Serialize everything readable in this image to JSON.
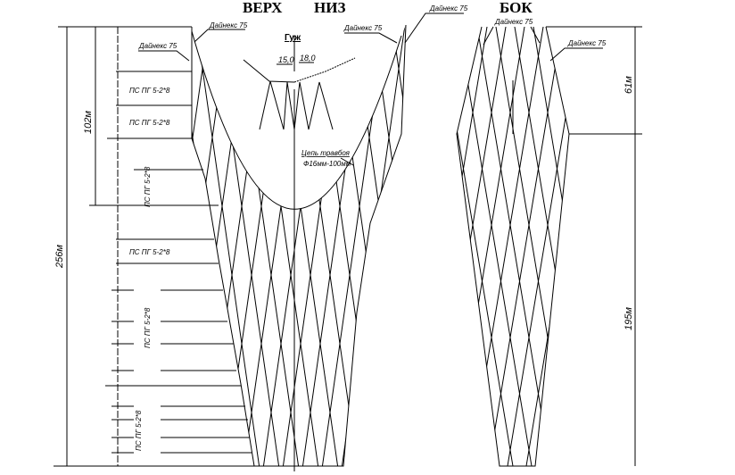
{
  "titles": {
    "top": "ВЕРХ",
    "bottom": "НИЗ",
    "side": "БОК"
  },
  "labels": {
    "dyneex": "Дайнекс 75",
    "section": "ПС ПГ 5-2*8",
    "groundrope": "Гуж",
    "gr_left": "15,0",
    "gr_right": "18,0",
    "chain_1": "Цепь травбоя",
    "chain_2": "Ф16мм-100мм"
  },
  "dimensions": {
    "total": "256м",
    "upper": "102м",
    "side_upper": "61м",
    "side_lower": "195м"
  }
}
